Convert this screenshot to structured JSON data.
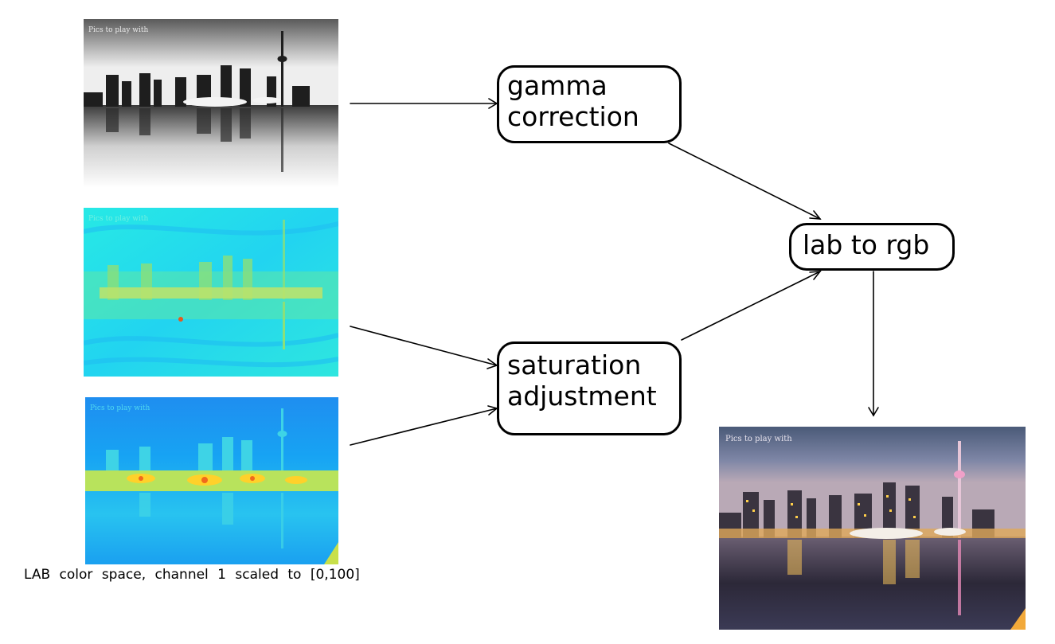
{
  "nodes": {
    "gamma": "gamma\ncorrection",
    "saturation": "saturation\nadjustment",
    "lab_to_rgb": "lab to rgb"
  },
  "caption": "LAB color space, channel 1 scaled to [0,100]",
  "image_watermark": "Pics to play with",
  "images": {
    "l_channel": {
      "colormap": "grayscale"
    },
    "a_channel": {
      "colormap": "jet",
      "dominant": "cyan"
    },
    "b_channel": {
      "colormap": "jet",
      "dominant": "blue"
    },
    "output": {
      "colormap": "full-color"
    }
  },
  "edges": [
    {
      "from": "l_channel",
      "to": "gamma"
    },
    {
      "from": "a_channel",
      "to": "saturation"
    },
    {
      "from": "b_channel",
      "to": "saturation"
    },
    {
      "from": "gamma",
      "to": "lab_to_rgb"
    },
    {
      "from": "saturation",
      "to": "lab_to_rgb"
    },
    {
      "from": "lab_to_rgb",
      "to": "output"
    }
  ]
}
